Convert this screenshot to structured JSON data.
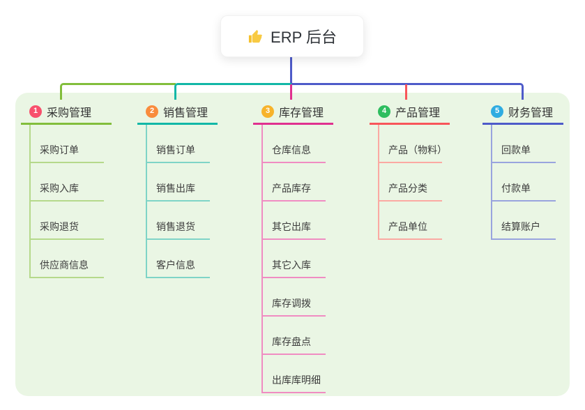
{
  "root": {
    "icon": "thumbs-up",
    "label": "ERP 后台"
  },
  "colors": {
    "canvas_background": "#ffffff",
    "map_background": "#eaf6e4",
    "root_connector": "#4e5bc9",
    "text_primary": "#333333",
    "text_child": "#3c3c3c"
  },
  "branches": [
    {
      "num": "1",
      "title": "采购管理",
      "colors": {
        "badge": "#f8506c",
        "line": "#82be3c",
        "line_light": "#b5d98b"
      },
      "children": [
        "采购订单",
        "采购入库",
        "采购退货",
        "供应商信息"
      ]
    },
    {
      "num": "2",
      "title": "销售管理",
      "colors": {
        "badge": "#f98c3d",
        "line": "#12b7a7",
        "line_light": "#7fd4c7"
      },
      "children": [
        "销售订单",
        "销售出库",
        "销售退货",
        "客户信息"
      ]
    },
    {
      "num": "3",
      "title": "库存管理",
      "colors": {
        "badge": "#f7b32b",
        "line": "#e0318f",
        "line_light": "#f08cc2"
      },
      "children": [
        "仓库信息",
        "产品库存",
        "其它出库",
        "其它入库",
        "库存调拨",
        "库存盘点",
        "出库库明细"
      ]
    },
    {
      "num": "4",
      "title": "产品管理",
      "colors": {
        "badge": "#2ebd5f",
        "line": "#f8555a",
        "line_light": "#fba9a2"
      },
      "children": [
        "产品（物料）",
        "产品分类",
        "产品单位"
      ]
    },
    {
      "num": "5",
      "title": "财务管理",
      "colors": {
        "badge": "#2face1",
        "line": "#4e5bc9",
        "line_light": "#99a4de"
      },
      "children": [
        "回款单",
        "付款单",
        "结算账户"
      ]
    }
  ]
}
